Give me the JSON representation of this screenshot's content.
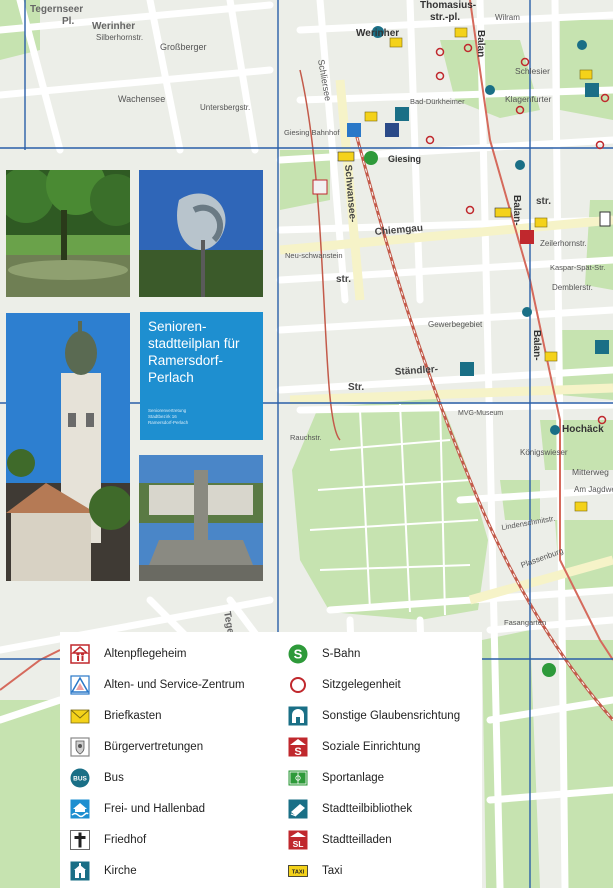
{
  "cover": {
    "title": "Senioren-stadtteilplan für Ramersdorf-Perlach",
    "subtitle_lines": [
      "Seniorenvertretung",
      "Stadtbezirk 16",
      "Ramersdorf-Perlach"
    ]
  },
  "map_labels": {
    "tegernseer": "Tegernseer",
    "pl": "Pl.",
    "werinher_top": "Werinher",
    "werinher": "Werinher",
    "thomasius": "Thomasius-",
    "str_pl": "str.-pl.",
    "wilram": "Wilram",
    "silberhorn": "Silberhornstr.",
    "grossberger": "Großberger",
    "wachensee": "Wachensee",
    "untersberg": "Untersbergstr.",
    "schliersee": "Schliersee",
    "giesing_bahnhof": "Giesing Bahnhof",
    "giesing": "Giesing",
    "schlesier": "Schlesier",
    "klagenfurter": "Klagenfurter",
    "balan_1": "Balan",
    "balan_2": "Balan-",
    "balan_3": "Balan-",
    "chiemgau": "Chiemgau",
    "schwansee": "Schwansee-",
    "str1": "str.",
    "str2": "str.",
    "neuschwanstein": "Neu-schwanstein",
    "zeilerhorn": "Zeilerhornstr.",
    "kaspar": "Kaspar-Spät-Str.",
    "dembler": "Demblerstr.",
    "gewerbegebiet": "Gewerbegebiet",
    "staendler": "Ständler-",
    "str3": "Str.",
    "mvg": "MVG-Museum",
    "hochaeck": "Hochäck",
    "mitterweg": "Mitterweg",
    "jagdweg": "Am Jagdweg",
    "koenigswieser": "Königswieser",
    "plassenburg": "Plassenburg",
    "lindenschmit": "Lindenschmitstr.",
    "rauchstr": "Rauchstr.",
    "bad_duerkheimer": "Bad-Dürkheimer",
    "fasangarten": "Fasangarten",
    "tegern_bottom": "Tegern"
  },
  "legend": {
    "left": [
      {
        "label": "Altenpflegeheim",
        "icon": "altenpflegeheim-icon"
      },
      {
        "label": "Alten- und Service-Zentrum",
        "icon": "alten-service-zentrum-icon"
      },
      {
        "label": "Briefkasten",
        "icon": "briefkasten-icon"
      },
      {
        "label": "Bürgervertretungen",
        "icon": "buergervertretungen-icon"
      },
      {
        "label": "Bus",
        "icon": "bus-icon"
      },
      {
        "label": "Frei- und Hallenbad",
        "icon": "bad-icon"
      },
      {
        "label": "Friedhof",
        "icon": "friedhof-icon"
      },
      {
        "label": "Kirche",
        "icon": "kirche-icon"
      }
    ],
    "right": [
      {
        "label": "S-Bahn",
        "icon": "s-bahn-icon"
      },
      {
        "label": "Sitzgelegenheit",
        "icon": "sitzgelegenheit-icon"
      },
      {
        "label": "Sonstige Glaubensrichtung",
        "icon": "glaubensrichtung-icon"
      },
      {
        "label": "Soziale Einrichtung",
        "icon": "soziale-einrichtung-icon"
      },
      {
        "label": "Sportanlage",
        "icon": "sportanlage-icon"
      },
      {
        "label": "Stadtteilbibliothek",
        "icon": "bibliothek-icon"
      },
      {
        "label": "Stadtteilladen",
        "icon": "stadtteilladen-icon"
      },
      {
        "label": "Taxi",
        "icon": "taxi-icon"
      }
    ],
    "icon_text": {
      "bus": "BUS",
      "s": "S",
      "sl": "SL",
      "taxi": "TAXI"
    }
  },
  "colors": {
    "brand_blue": "#1e8fd0",
    "bus_teal": "#1a6f86",
    "sbahn_green": "#2e9a3a",
    "social_red": "#c0282d",
    "mail_yellow": "#f4d21a",
    "park_green": "#bfe0a8",
    "grid_blue": "#2a5fa8"
  }
}
